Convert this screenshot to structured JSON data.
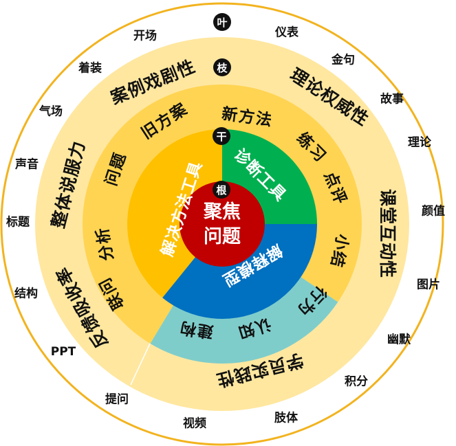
{
  "colors": {
    "outer_line": "#F2B31E",
    "ring3": "#FFE7A0",
    "ring2": "#FFD452",
    "ring2_teal": "#7FCDCB",
    "inner_yellow": "#FFC000",
    "inner_green": "#00B050",
    "inner_blue": "#0070C0",
    "center_red": "#C00000"
  },
  "markers": {
    "root": "根",
    "trunk": "干",
    "branch": "枝",
    "leaf": "叶"
  },
  "center": {
    "line1": "聚焦",
    "line2": "问题"
  },
  "inner_ring": [
    "解决方法工具",
    "诊断工具",
    "解释模型"
  ],
  "middle_ring": [
    "旧方案",
    "新方法",
    "练习",
    "点评",
    "小结",
    "行为",
    "认知",
    "建构",
    "联问",
    "分析",
    "问题"
  ],
  "outer_ring": [
    "案例戏剧性",
    "理论权威性",
    "课堂互动性",
    "学员实践性",
    "反馈吸收率",
    "整体说服力"
  ],
  "leaves": [
    "仪表",
    "金句",
    "故事",
    "理论",
    "颜值",
    "图片",
    "幽默",
    "积分",
    "肢体",
    "视频",
    "提问",
    "PPT",
    "结构",
    "标题",
    "声音",
    "气场",
    "着装",
    "开场"
  ]
}
